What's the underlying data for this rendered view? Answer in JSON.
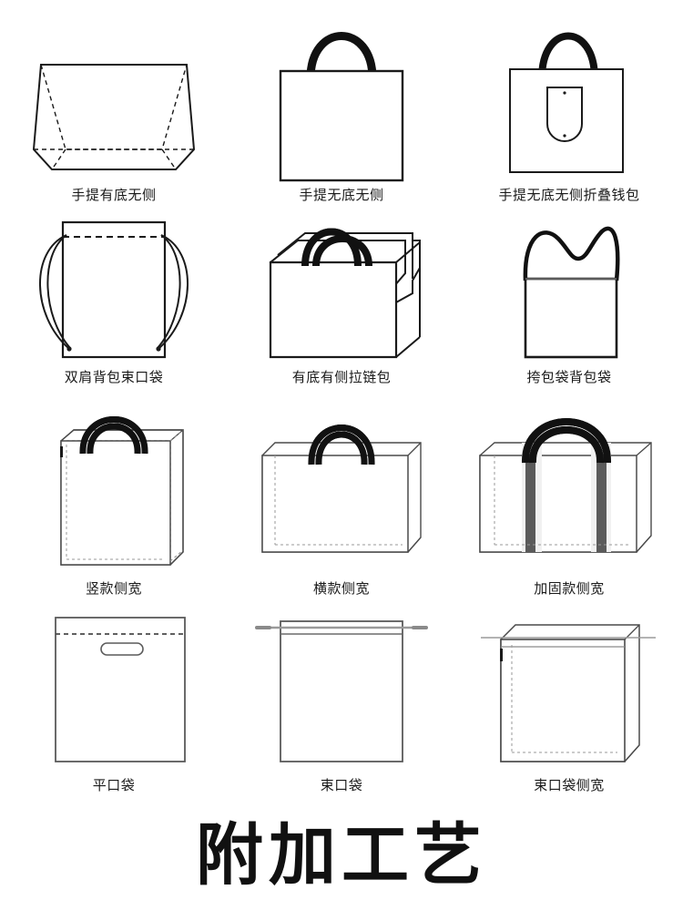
{
  "page": {
    "background_color": "#ffffff",
    "ink_color": "#1a1a1a",
    "handle_color": "#111111",
    "strap_color": "#5b5b5b",
    "light_line_color": "#8a8a8a"
  },
  "catalog": {
    "rows": [
      {
        "row_index": 1,
        "items": [
          {
            "id": "tote-with-bottom-no-gusset",
            "label": "手提有底无侧",
            "icon": "tote-bag-trapezoid-icon"
          },
          {
            "id": "tote-no-bottom-no-gusset",
            "label": "手提无底无侧",
            "icon": "tote-bag-flat-icon"
          },
          {
            "id": "tote-no-bottom-no-gusset-folding-pouch",
            "label": "手提无底无侧折叠钱包",
            "icon": "tote-bag-folding-pouch-icon"
          }
        ]
      },
      {
        "row_index": 2,
        "items": [
          {
            "id": "backpack-drawstring",
            "label": "双肩背包束口袋",
            "icon": "drawstring-backpack-icon"
          },
          {
            "id": "bottom-gusset-zipper-bag",
            "label": "有底有侧拉链包",
            "icon": "zipper-box-bag-icon"
          },
          {
            "id": "shoulder-bag-backpack",
            "label": "挎包袋背包袋",
            "icon": "shoulder-strap-bag-icon"
          }
        ]
      },
      {
        "row_index": 3,
        "items": [
          {
            "id": "vertical-gusset",
            "label": "竖款侧宽",
            "icon": "vertical-box-tote-icon"
          },
          {
            "id": "horizontal-gusset",
            "label": "横款侧宽",
            "icon": "horizontal-box-tote-icon"
          },
          {
            "id": "reinforced-gusset",
            "label": "加固款侧宽",
            "icon": "reinforced-box-tote-icon"
          }
        ]
      },
      {
        "row_index": 4,
        "items": [
          {
            "id": "flat-mouth-bag",
            "label": "平口袋",
            "icon": "die-cut-handle-bag-icon"
          },
          {
            "id": "drawstring-bag",
            "label": "束口袋",
            "icon": "drawstring-flat-bag-icon"
          },
          {
            "id": "drawstring-bag-gusset",
            "label": "束口袋侧宽",
            "icon": "drawstring-box-bag-icon"
          }
        ]
      }
    ]
  },
  "footer": {
    "title": "附加工艺"
  }
}
